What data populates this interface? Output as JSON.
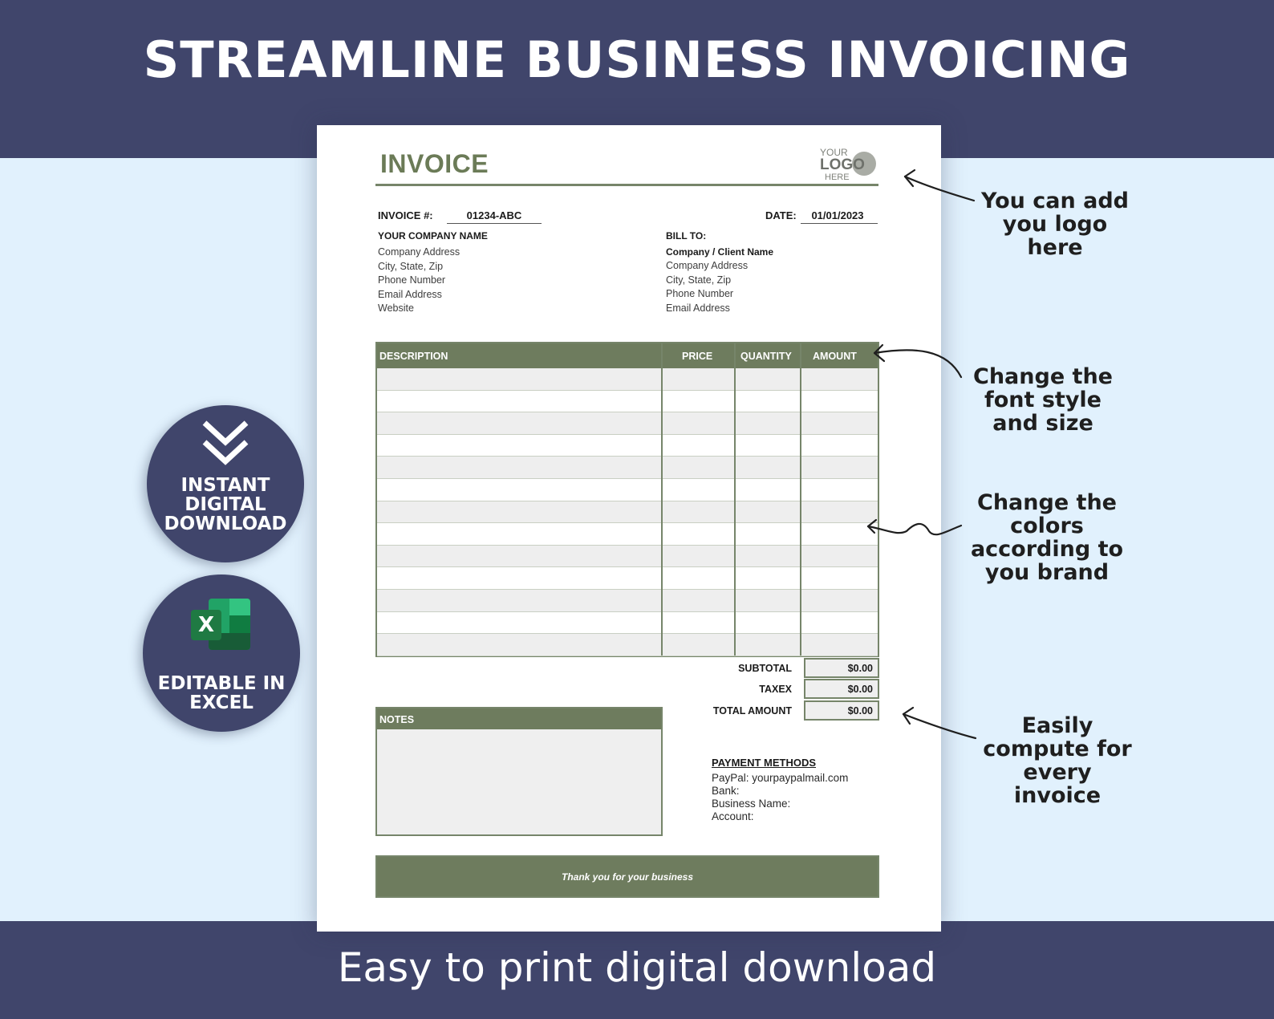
{
  "banner": {
    "headline": "STREAMLINE BUSINESS INVOICING",
    "footer": "Easy to print digital download"
  },
  "invoice": {
    "title": "INVOICE",
    "logo": {
      "line1": "YOUR",
      "line2": "LOGO",
      "line3": "HERE"
    },
    "invoice_number_label": "INVOICE #:",
    "invoice_number": "01234-ABC",
    "date_label": "DATE:",
    "date": "01/01/2023",
    "from": {
      "heading": "YOUR COMPANY NAME",
      "lines": [
        "Company Address",
        "City, State, Zip",
        "Phone Number",
        "Email Address",
        "Website"
      ]
    },
    "bill_to": {
      "heading": "BILL TO:",
      "name": "Company / Client Name",
      "lines": [
        "Company Address",
        "City, State, Zip",
        "Phone Number",
        "Email Address"
      ]
    },
    "table": {
      "headers": [
        "DESCRIPTION",
        "PRICE",
        "QUANTITY",
        "AMOUNT"
      ],
      "row_count": 13
    },
    "totals": [
      {
        "label": "SUBTOTAL",
        "value": "$0.00"
      },
      {
        "label": "TAXEX",
        "value": "$0.00"
      },
      {
        "label": "TOTAL AMOUNT",
        "value": "$0.00"
      }
    ],
    "notes_label": "NOTES",
    "payment": {
      "title": "PAYMENT METHODS",
      "lines": [
        "PayPal: yourpaypalmail.com",
        "Bank:",
        "Business Name:",
        "Account:"
      ]
    },
    "thank_you": "Thank you for your business"
  },
  "badges": {
    "download": [
      "INSTANT",
      "DIGITAL",
      "DOWNLOAD"
    ],
    "excel_icon_letter": "X",
    "excel": [
      "EDITABLE IN",
      "EXCEL"
    ]
  },
  "callouts": {
    "logo": [
      "You can add",
      "you logo",
      "here"
    ],
    "font": [
      "Change the",
      "font style",
      "and size"
    ],
    "colors": [
      "Change the",
      "colors",
      "according to",
      "you brand"
    ],
    "compute": [
      "Easily",
      "compute for",
      "every",
      "invoice"
    ]
  },
  "colors": {
    "navy": "#40456b",
    "sky": "#e1f1fd",
    "olive": "#6e7c5e",
    "excel_green": "#1f7a43"
  }
}
